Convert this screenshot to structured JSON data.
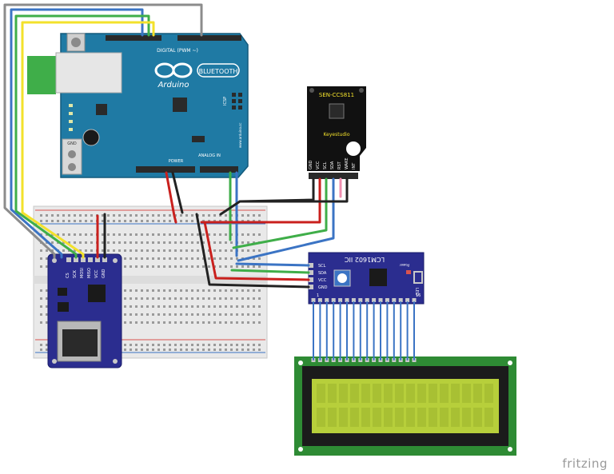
{
  "arduino": {
    "brand": "Arduino",
    "bluetooth_label": "BLUETOOTH",
    "digital_label": "DIGITAL (PWM ~)",
    "power_label": "POWER",
    "analog_label": "ANALOG IN",
    "icsp_label": "ICSP",
    "gnd_label": "GND",
    "url_label": "www.arduino.cc",
    "color_board": "#1f7aa4"
  },
  "sensor": {
    "title": "SEN-CCS811",
    "brand": "Keyestudio",
    "pins": [
      "GND",
      "VCC",
      "SCL",
      "SDA",
      "RST",
      "WAKE",
      "INT"
    ]
  },
  "lcd_module": {
    "title": "LCM1602 IIC",
    "pins": [
      "SCL",
      "SDA",
      "VCC",
      "GND"
    ],
    "led_label": "LED",
    "power_label": "Power",
    "bottom_marks": [
      "1",
      "16"
    ]
  },
  "sd_module": {
    "pins": [
      "CS",
      "SCK",
      "MOSI",
      "MISO",
      "VCC",
      "GND"
    ]
  },
  "watermark": "fritzing",
  "colors": {
    "wire_gray": "#8c8c8c",
    "wire_blue": "#3b74c4",
    "wire_yellow": "#f3e12b",
    "wire_green": "#3fae49",
    "wire_red": "#c9201d",
    "wire_black": "#222222",
    "wire_pink": "#f08fb0",
    "lcd_screen": "#b7cf3b",
    "pcb_green": "#2e8b34",
    "module_blue": "#2b2d8f"
  }
}
